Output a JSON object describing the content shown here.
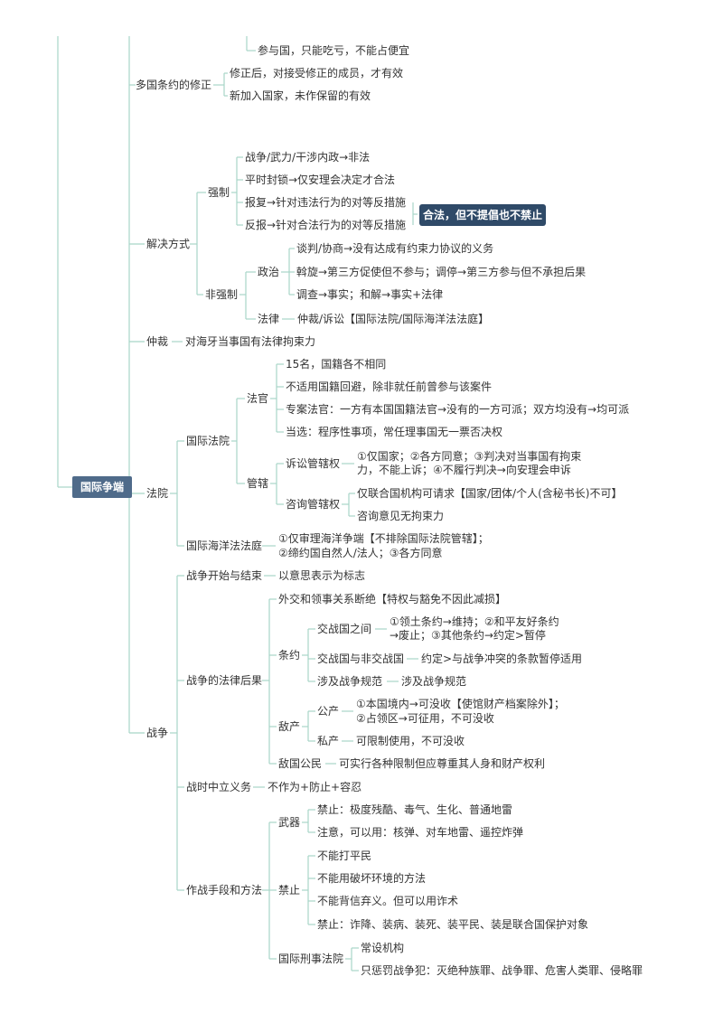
{
  "colors": {
    "branch": "#a8d5c8",
    "root_fill": "#4f6b8a",
    "callout_fill": "#2f4a68",
    "text": "#333333"
  },
  "nodes": {
    "top_leaf": "参与国，只能吃亏，不能占便宜",
    "multi": "多国条约的修正",
    "multi_1": "修正后，对接受修正的成员，才有效",
    "multi_2": "新加入国家，未作保留的有效",
    "resolve": "解决方式",
    "force": "强制",
    "force_1": "战争/武力/干涉内政→非法",
    "force_2": "平时封锁→仅安理会决定才合法",
    "force_3": "报复→针对违法行为的对等反措施",
    "force_4": "反报→针对合法行为的对等反措施",
    "callout": "合法，但不提倡也不禁止",
    "nonforce": "非强制",
    "politics": "政治",
    "pol_1": "谈判/协商→没有达成有约束力协议的义务",
    "pol_2": "斡旋→第三方促使但不参与；调停→第三方参与但不承担后果",
    "pol_3": "调查→事实；和解→事实+法律",
    "law": "法律",
    "law_1": "仲裁/诉讼【国际法院/国际海洋法法庭】",
    "arb": "仲裁",
    "arb_1": "对海牙当事国有法律拘束力",
    "root": "国际争端",
    "court": "法院",
    "icj": "国际法院",
    "judge": "法官",
    "judge_1": "15名，国籍各不相同",
    "judge_2": "不适用国籍回避，除非就任前曾参与该案件",
    "judge_3": "专案法官：一方有本国国籍法官→没有的一方可派；双方均没有→均可派",
    "judge_4": "当选：程序性事项，常任理事国无一票否决权",
    "juris": "管辖",
    "lit": "诉讼管辖权",
    "lit_1a": "①仅国家；②各方同意；③判决对当事国有拘束",
    "lit_1b": "力，不能上诉；④不履行判决→向安理会申诉",
    "adv": "咨询管辖权",
    "adv_1": "仅联合国机构可请求【国家/团体/个人(含秘书长)不可】",
    "adv_2": "咨询意见无拘束力",
    "itlos": "国际海洋法法庭",
    "itlos_1a": "①仅审理海洋争端【不排除国际法院管辖】；",
    "itlos_1b": "②缔约国自然人/法人；③各方同意",
    "war": "战争",
    "war_start": "战争开始与结束",
    "war_start_1": "以意思表示为标志",
    "war_legal": "战争的法律后果",
    "dip": "外交和领事关系断绝【特权与豁免不因此减损】",
    "treaty": "条约",
    "bel": "交战国之间",
    "bel_1a": "①领土条约→维持；②和平友好条约",
    "bel_1b": "→废止；③其他条约→约定>暂停",
    "bn": "交战国与非交战国",
    "bn_1": "约定>与战争冲突的条款暂停适用",
    "wr": "涉及战争规范",
    "wr_1": "涉及战争规范",
    "enemy": "敌产",
    "pub": "公产",
    "pub_1a": "①本国境内→可没收【使馆财产档案除外】；",
    "pub_1b": "②占领区→可征用，不可没收",
    "priv": "私产",
    "priv_1": "可限制使用，不可没收",
    "citizen": "敌国公民",
    "citizen_1": "可实行各种限制但应尊重其人身和财产权利",
    "neutral": "战时中立义务",
    "neutral_1": "不作为+防止+容忍",
    "means": "作战手段和方法",
    "weapon": "武器",
    "weapon_1": "禁止：极度残酷、毒气、生化、普通地雷",
    "weapon_2": "注意，可以用：核弹、对车地雷、遥控炸弹",
    "ban": "禁止",
    "ban_1": "不能打平民",
    "ban_2": "不能用破坏环境的方法",
    "ban_3": "不能背信弃义。但可以用诈术",
    "ban_4": "禁止：诈降、装病、装死、装平民、装是联合国保护对象",
    "icc": "国际刑事法院",
    "icc_1": "常设机构",
    "icc_2": "只惩罚战争犯：灭绝种族罪、战争罪、危害人类罪、侵略罪"
  }
}
